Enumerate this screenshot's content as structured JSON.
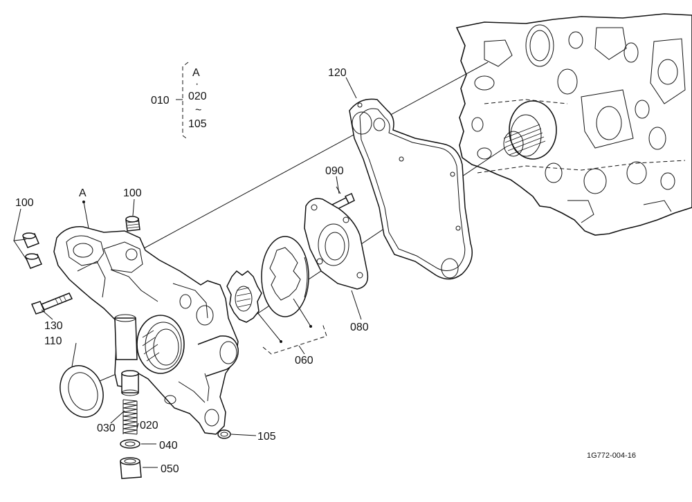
{
  "labels": {
    "group_top": "A",
    "group_dot": "·",
    "group_start": "020",
    "group_tilde": "~",
    "group_end": "105",
    "assembly": "010",
    "gasket": "120",
    "bolt_short": "090",
    "plate": "080",
    "rotor_set": "060",
    "housing_ref": "A",
    "plug_top": "100",
    "plug_left": "100",
    "bolt_long": "130",
    "seal": "110",
    "valve": "030",
    "spring": "020",
    "washer": "040",
    "cap_plug": "050",
    "oring": "105"
  },
  "drawing_code": "1G772-004-16"
}
